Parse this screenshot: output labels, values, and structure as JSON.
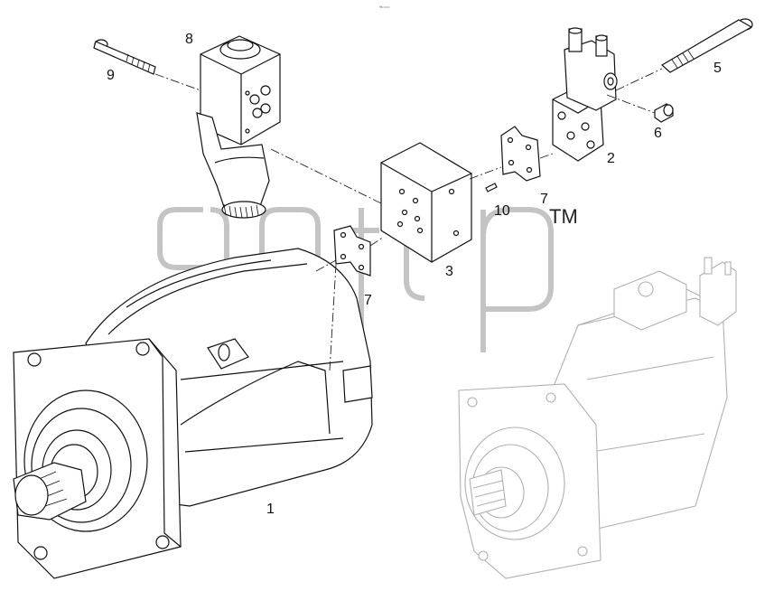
{
  "header_note": "% ===",
  "watermark": {
    "trademark": "TM"
  },
  "callouts": [
    {
      "id": "1",
      "text": "1"
    },
    {
      "id": "2",
      "text": "2"
    },
    {
      "id": "3",
      "text": "3"
    },
    {
      "id": "5",
      "text": "5"
    },
    {
      "id": "6",
      "text": "6"
    },
    {
      "id": "7a",
      "text": "7"
    },
    {
      "id": "7b",
      "text": "7"
    },
    {
      "id": "8",
      "text": "8"
    },
    {
      "id": "9",
      "text": "9"
    },
    {
      "id": "10",
      "text": "10"
    }
  ]
}
